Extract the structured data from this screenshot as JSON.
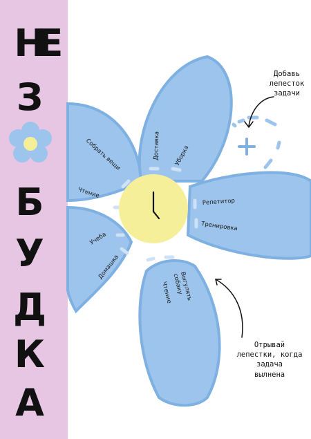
{
  "title_letters": [
    "Н",
    "Е",
    "З",
    "Б",
    "У",
    "Д",
    "К",
    "А"
  ],
  "petal_labels": {
    "top_left": [
      "Собрать вещи",
      "Чтение"
    ],
    "top": [
      "Доставка",
      "Уборка"
    ],
    "right": [
      "Репетитор",
      "Тренировка"
    ],
    "left": [
      "Учеба",
      "Домашка"
    ],
    "bottom": [
      "Выгулять собаку",
      "Чтение"
    ]
  },
  "notes": {
    "add_petal": [
      "Добавь",
      "лепесток",
      "задачи"
    ],
    "tear_petals": [
      "Отрывай",
      "лепестки, когда",
      "задача",
      "вылнена"
    ]
  },
  "colors": {
    "sidebar": "#e6c6e2",
    "petal": "#9cc4ec",
    "petal_edge": "#7fb0e2",
    "center": "#f6ef9a",
    "dash": "#cfe1f7"
  }
}
